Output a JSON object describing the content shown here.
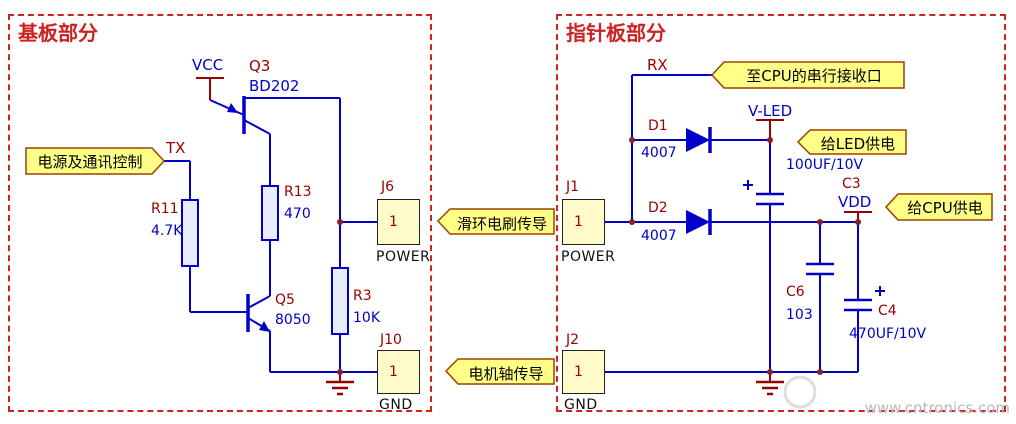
{
  "left_board": {
    "title": "基板部分",
    "vcc_label": "VCC",
    "q3_ref": "Q3",
    "q3_val": "BD202",
    "tx_label": "TX",
    "tx_callout": "电源及通讯控制",
    "r11_ref": "R11",
    "r11_val": "4.7K",
    "r13_ref": "R13",
    "r13_val": "470",
    "q5_ref": "Q5",
    "q5_val": "8050",
    "r3_ref": "R3",
    "r3_val": "10K",
    "j6_ref": "J6",
    "j6_pin": "1",
    "j6_label": "POWER",
    "j10_ref": "J10",
    "j10_pin": "1",
    "j10_label": "GND",
    "j6_callout": "滑环电刷传导",
    "j10_callout": "电机轴传导"
  },
  "right_board": {
    "title": "指针板部分",
    "rx_label": "RX",
    "rx_callout": "至CPU的串行接收口",
    "d1_ref": "D1",
    "d1_val": "4007",
    "d2_ref": "D2",
    "d2_val": "4007",
    "vled_label": "V-LED",
    "led_callout": "给LED供电",
    "c3_ref": "C3",
    "c3_val": "100UF/10V",
    "vdd_label": "VDD",
    "cpu_callout": "给CPU供电",
    "c6_ref": "C6",
    "c6_val": "103",
    "c4_ref": "C4",
    "c4_val": "470UF/10V",
    "j1_ref": "J1",
    "j1_pin": "1",
    "j1_label": "POWER",
    "j2_ref": "J2",
    "j2_pin": "1",
    "j2_label": "GND"
  },
  "watermark": "www.cntronics.com",
  "colors": {
    "wire": "#0000c8",
    "designator": "#990000",
    "value": "#0000c8",
    "net_label": "#0000c8",
    "power_symbol": "#990000",
    "board_border": "#cc2222",
    "callout_fill": "#ffff88",
    "callout_border": "#994400",
    "connector_fill": "#fffbc8"
  }
}
